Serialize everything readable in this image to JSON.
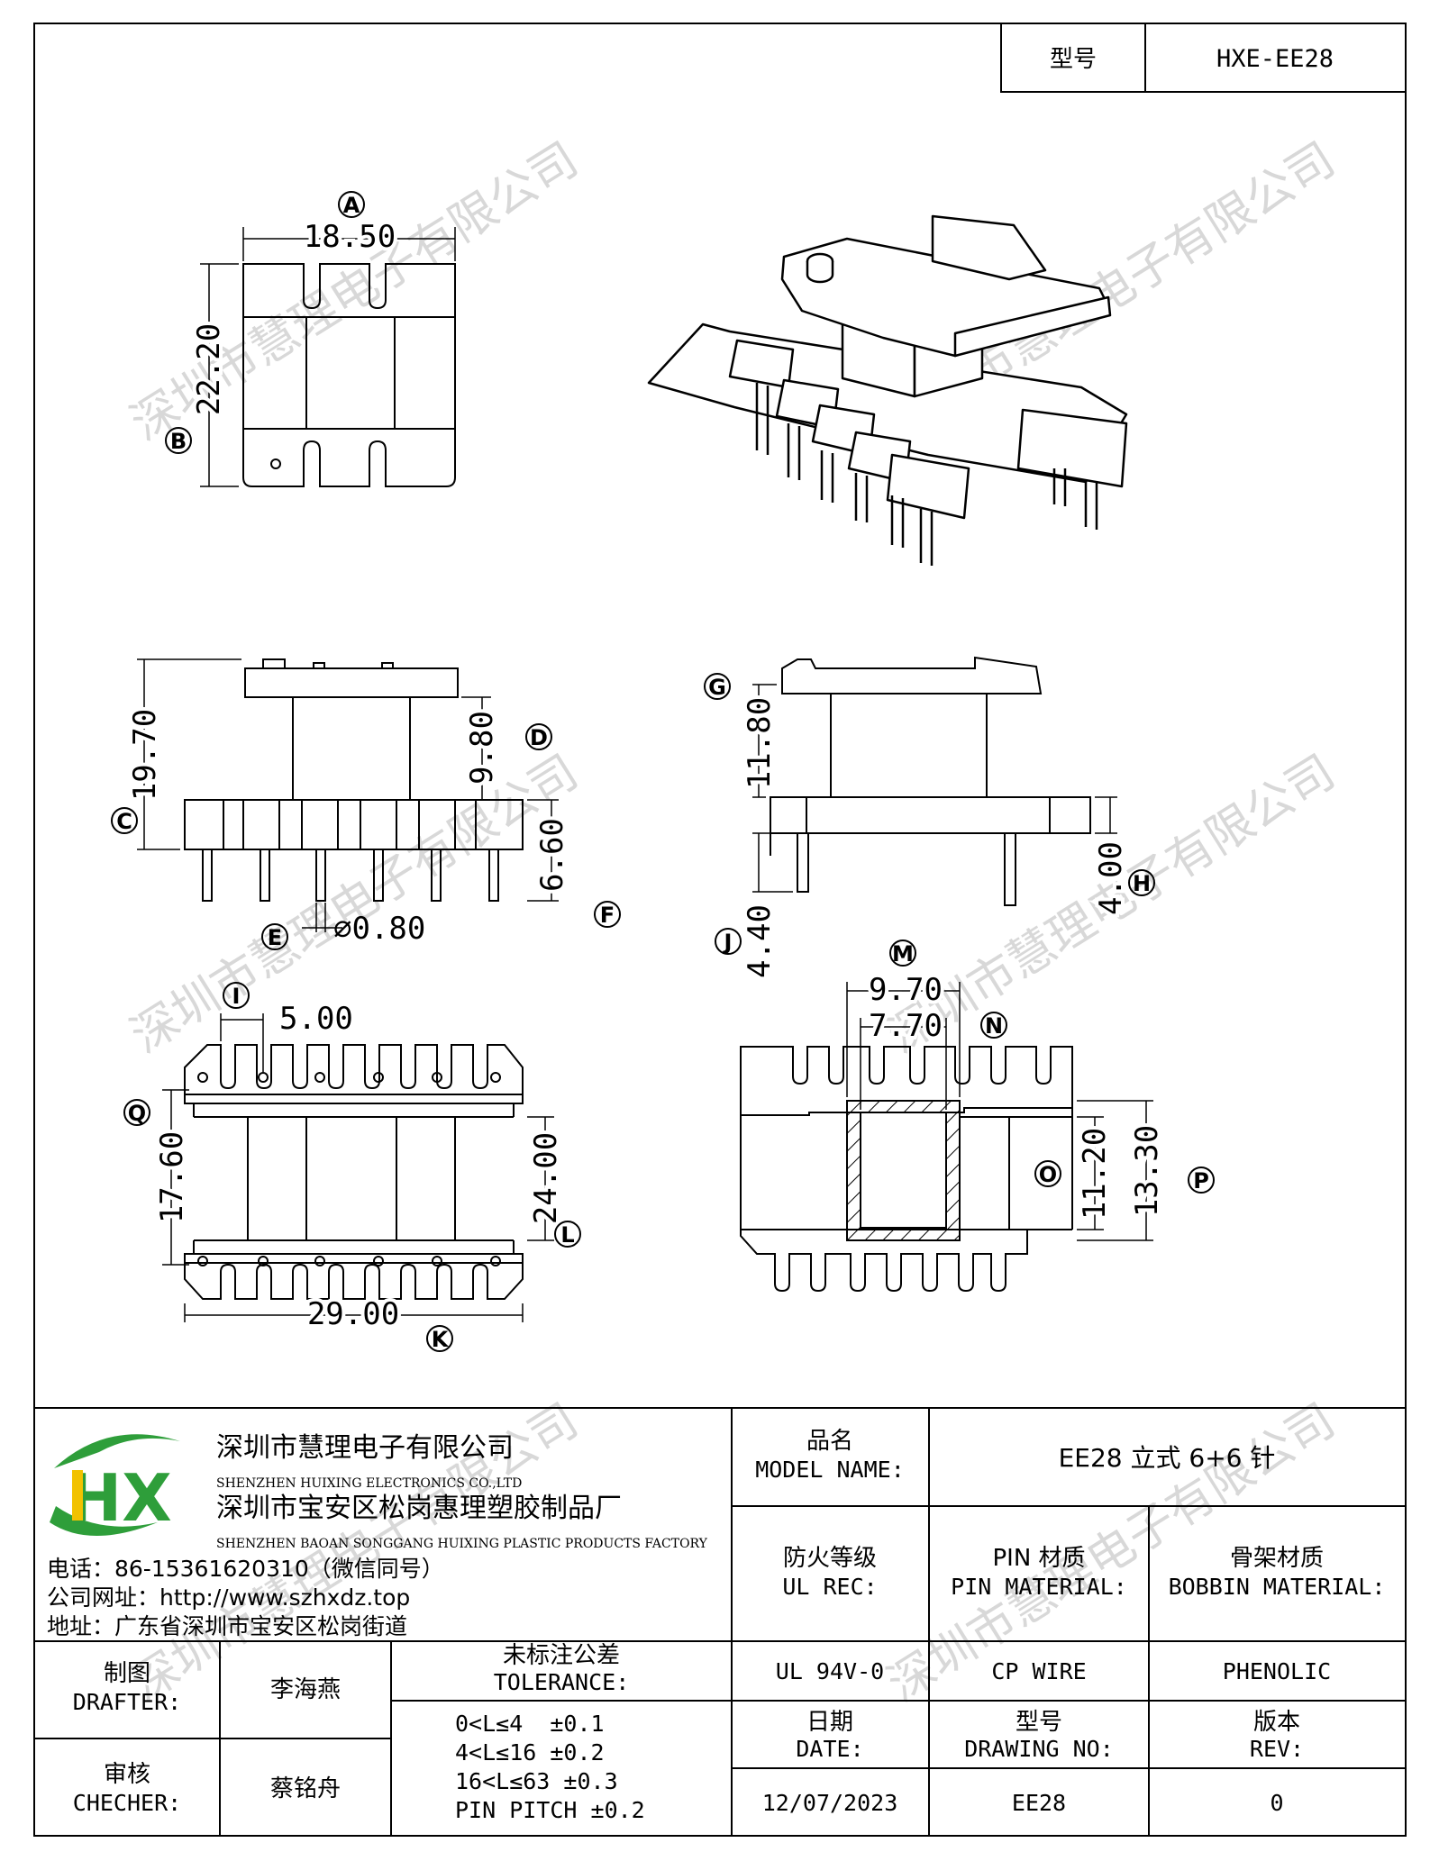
{
  "header": {
    "model_label": "型号",
    "model_value": "HXE-EE28"
  },
  "views": {
    "top": {
      "marker_a": "A",
      "marker_b": "B",
      "width": "18.50",
      "height": "22.20"
    },
    "front": {
      "marker_c": "C",
      "marker_d": "D",
      "marker_e": "E",
      "marker_f": "F",
      "total_height": "19.70",
      "upper_height": "9.80",
      "pin_diameter": "⌀0.80",
      "pin_length": "6.60"
    },
    "side": {
      "marker_g": "G",
      "marker_h": "H",
      "marker_j": "J",
      "upper_height": "11.80",
      "base_height": "4.00",
      "pin_length": "4.40"
    },
    "bottom": {
      "marker_i": "I",
      "marker_q": "Q",
      "marker_l": "L",
      "marker_k": "K",
      "pitch": "5.00",
      "inner_width": "17.60",
      "outer_width": "24.00",
      "length": "29.00"
    },
    "section": {
      "marker_m": "M",
      "marker_n": "N",
      "marker_o": "O",
      "marker_p": "P",
      "outer_core": "9.70",
      "inner_core": "7.70",
      "inner_height": "11.20",
      "outer_height": "13.30"
    }
  },
  "watermark": "深圳市慧理电子有限公司",
  "company": {
    "name_cn": "深圳市慧理电子有限公司",
    "name_en": "SHENZHEN HUIXING ELECTRONICS CO.,LTD",
    "factory_cn": "深圳市宝安区松岗惠理塑胶制品厂",
    "factory_en": "SHENZHEN BAOAN SONGGANG HUIXING PLASTIC PRODUCTS FACTORY",
    "phone": "电话：86-15361620310（微信同号）",
    "website": "公司网址：http://www.szhxdz.top",
    "address": "地址：广东省深圳市宝安区松岗街道",
    "logo_text": "HX",
    "logo_colors": {
      "green": "#2e9e3a",
      "yellow": "#f2c200"
    }
  },
  "title_block": {
    "model_name_cn": "品名",
    "model_name_en": "MODEL NAME:",
    "model_name_value": "EE28 立式 6+6 针",
    "ul_rec_cn": "防火等级",
    "ul_rec_en": "UL REC:",
    "pin_mat_cn": "PIN 材质",
    "pin_mat_en": "PIN MATERIAL:",
    "bobbin_mat_cn": "骨架材质",
    "bobbin_mat_en": "BOBBIN MATERIAL:",
    "ul_value": "UL 94V-0",
    "pin_value": "CP WIRE",
    "bobbin_value": "PHENOLIC",
    "drafter_cn": "制图",
    "drafter_en": "DRAFTER:",
    "drafter_name": "李海燕",
    "checker_cn": "审核",
    "checker_en": "CHECHER:",
    "checker_name": "蔡铭舟",
    "tolerance_cn": "未标注公差",
    "tolerance_en": "TOLERANCE:",
    "tolerances": [
      "0<L≤4  ±0.1",
      "4<L≤16 ±0.2",
      "16<L≤63 ±0.3",
      "PIN PITCH ±0.2"
    ],
    "date_cn": "日期",
    "date_en": "DATE:",
    "date_value": "12/07/2023",
    "drawing_no_cn": "型号",
    "drawing_no_en": "DRAWING NO:",
    "drawing_no_value": "EE28",
    "rev_cn": "版本",
    "rev_en": "REV:",
    "rev_value": "0"
  }
}
